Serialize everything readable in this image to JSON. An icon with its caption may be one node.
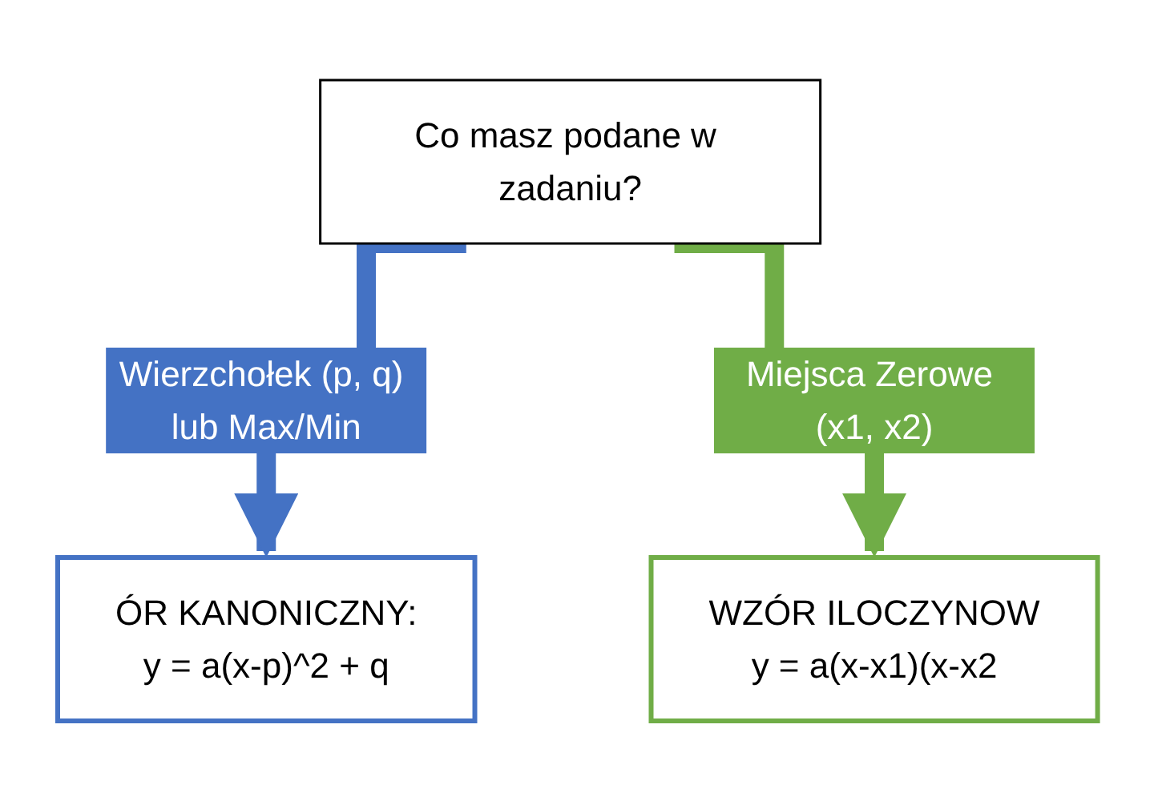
{
  "diagram": {
    "nodes": [
      {
        "text": [
          "Co masz podane w zadaniu?"
        ]
      },
      {
        "text": [
          "ÓR KANONICZNY:",
          "y = a(x-p)^2 + q"
        ]
      },
      {
        "text": [
          "WZÓR ILOCZYNOW",
          "y = a(x-x1)(x-x2"
        ]
      }
    ],
    "edges": [
      {
        "from": 0,
        "to": 1,
        "arrow": "to",
        "label": "Wierzchołek (p, q) lub Max/Min",
        "color": "#4472c4"
      },
      {
        "from": 0,
        "to": 2,
        "arrow": "to",
        "label": "Miejsca Zerowe (x1, x2)",
        "color": "#70ad47"
      }
    ]
  }
}
